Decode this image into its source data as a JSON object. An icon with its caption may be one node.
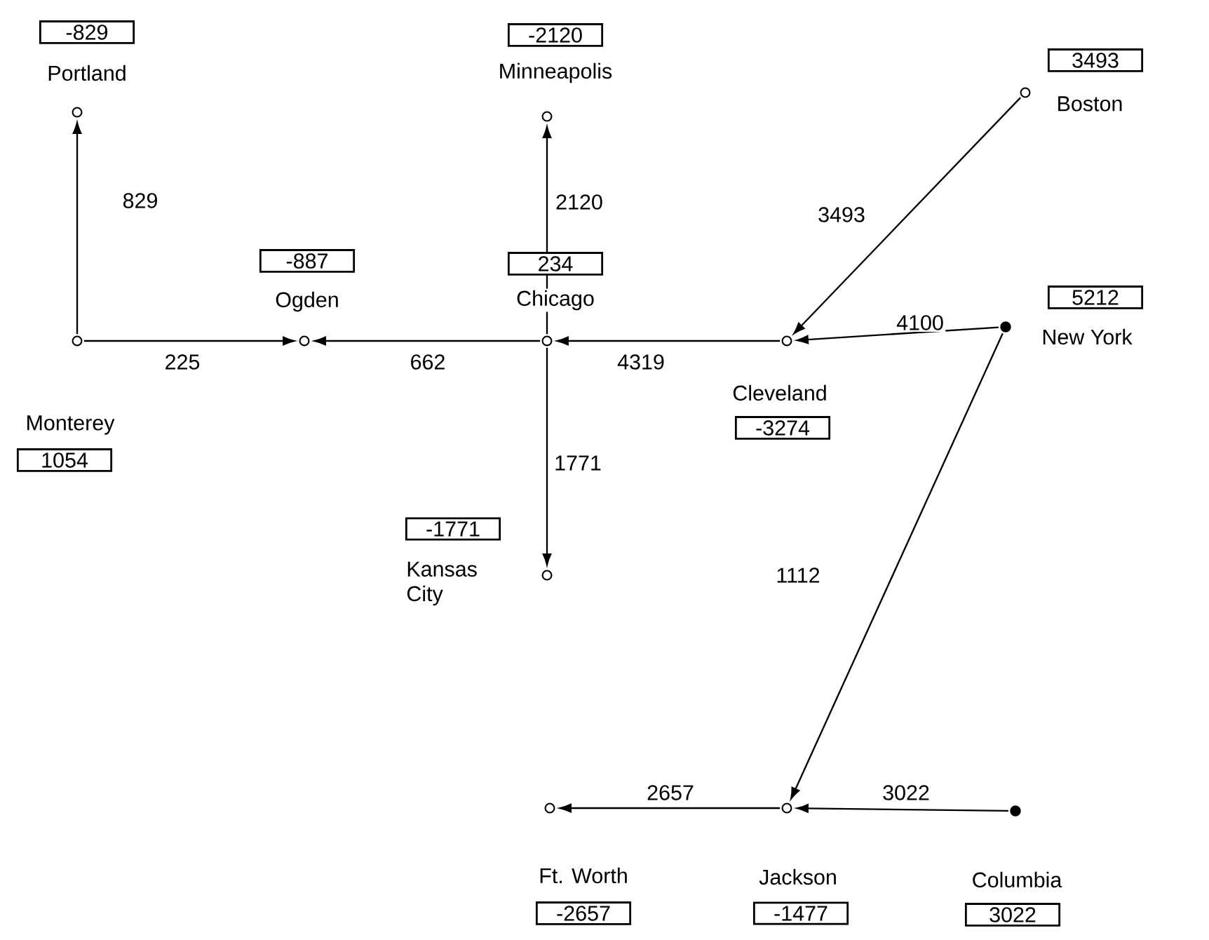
{
  "diagram": {
    "nodes": [
      {
        "text": [],
        "shape": "circle",
        "beside": [
          "Portland",
          "-829"
        ]
      },
      {
        "text": [],
        "shape": "circle",
        "beside": [
          "Minneapolis",
          "-2120"
        ]
      },
      {
        "text": [],
        "shape": "circle",
        "beside": [
          "Boston",
          "3493"
        ]
      },
      {
        "text": [],
        "shape": "circle",
        "beside": [
          "Ogden",
          "-887"
        ]
      },
      {
        "text": [],
        "shape": "circle",
        "beside": [
          "Chicago",
          "234"
        ]
      },
      {
        "text": [],
        "shape": "dot",
        "beside": [
          "New York",
          "5212"
        ]
      },
      {
        "text": [],
        "shape": "circle",
        "beside": [
          "Monterey",
          "1054"
        ]
      },
      {
        "text": [],
        "shape": "circle",
        "beside": [
          "Cleveland",
          "-3274"
        ]
      },
      {
        "text": [],
        "shape": "circle",
        "beside": [
          "Kansas City",
          "-1771"
        ]
      },
      {
        "text": [],
        "shape": "circle",
        "beside": [
          "Ft. Worth",
          "-2657"
        ]
      },
      {
        "text": [],
        "shape": "circle",
        "beside": [
          "Jackson",
          "-1477"
        ]
      },
      {
        "text": [],
        "shape": "dot",
        "beside": [
          "Columbia",
          "3022"
        ]
      }
    ],
    "edges": [
      {
        "from": 6,
        "to": 0,
        "arrow": "to",
        "label": "829"
      },
      {
        "from": 4,
        "to": 1,
        "arrow": "to",
        "label": "2120"
      },
      {
        "from": 2,
        "to": 7,
        "arrow": "to",
        "label": "3493"
      },
      {
        "from": 6,
        "to": 3,
        "arrow": "to",
        "label": "225"
      },
      {
        "from": 4,
        "to": 3,
        "arrow": "to",
        "label": "662"
      },
      {
        "from": 7,
        "to": 4,
        "arrow": "to",
        "label": "4319"
      },
      {
        "from": 5,
        "to": 7,
        "arrow": "to",
        "label": "4100"
      },
      {
        "from": 4,
        "to": 8,
        "arrow": "to",
        "label": "1771"
      },
      {
        "from": 5,
        "to": 10,
        "arrow": "to",
        "label": "1112"
      },
      {
        "from": 10,
        "to": 9,
        "arrow": "to",
        "label": "2657"
      },
      {
        "from": 11,
        "to": 10,
        "arrow": "to",
        "label": "3022"
      }
    ]
  }
}
